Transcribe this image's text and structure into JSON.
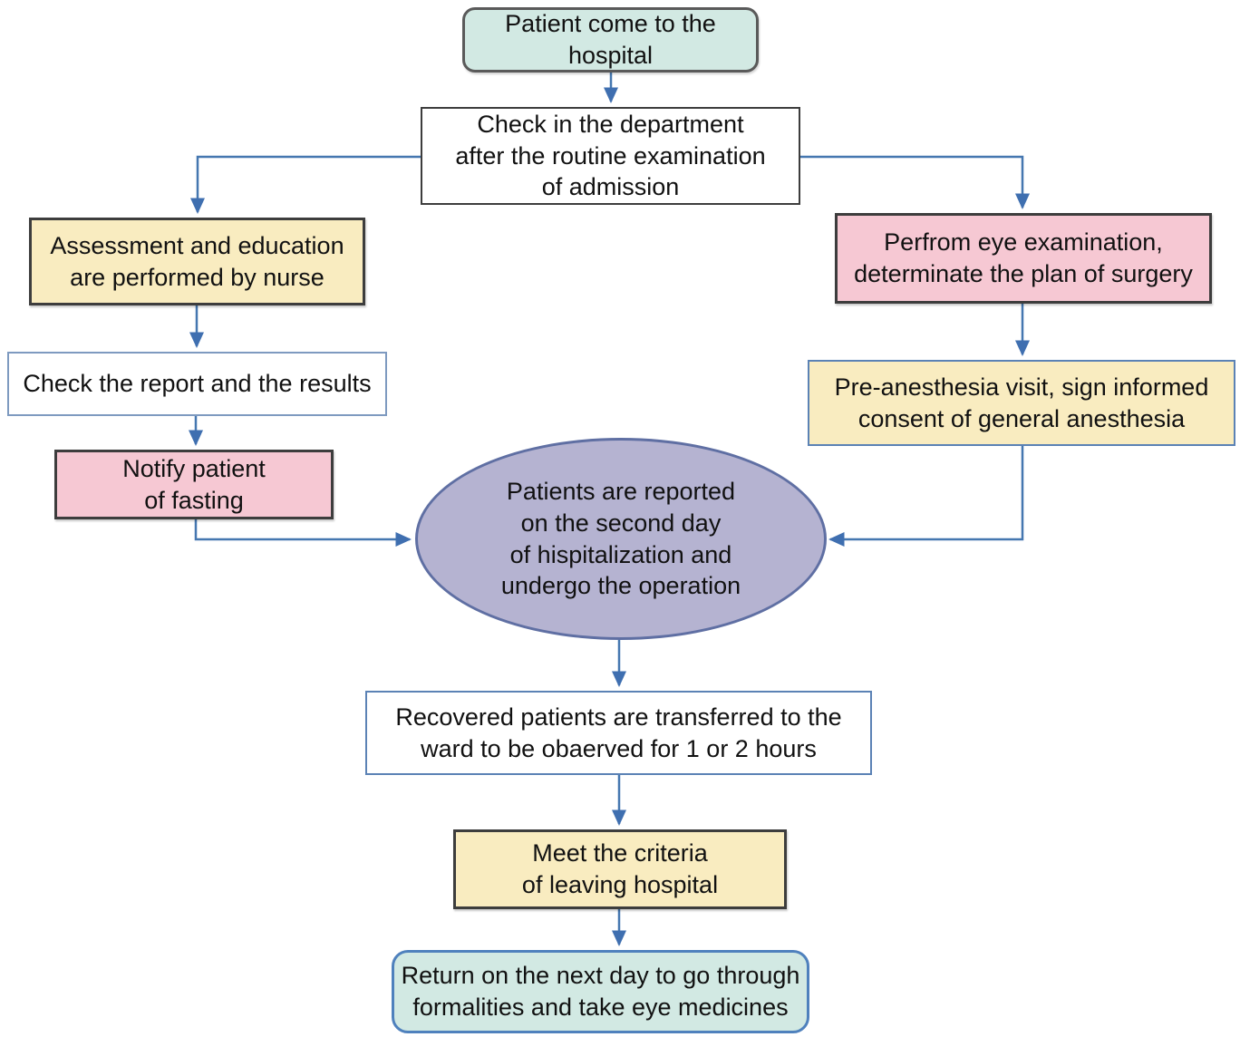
{
  "diagram": {
    "type": "flowchart",
    "arrow_color": "#4577b0",
    "nodes": {
      "start": {
        "label": "Patient come to the\nhospital",
        "shape": "rounded-rectangle",
        "fill": "#d2e9e3",
        "border": "#5a5a5a"
      },
      "check_in": {
        "label": "Check in the department\nafter the routine examination\nof admission",
        "shape": "rectangle",
        "fill": "#ffffff",
        "border": "#3d3d3d"
      },
      "assessment": {
        "label": "Assessment and education\nare performed by nurse",
        "shape": "rectangle",
        "fill": "#f9ecc0",
        "border": "#3d3d3d"
      },
      "check_report": {
        "label": "Check the report and the results",
        "shape": "rectangle",
        "fill": "#ffffff",
        "border": "#7e9ac0"
      },
      "notify_fasting": {
        "label": "Notify patient\nof fasting",
        "shape": "rectangle",
        "fill": "#f6c8d3",
        "border": "#3d3d3d"
      },
      "eye_exam": {
        "label": "Perfrom eye examination,\ndeterminate the plan of surgery",
        "shape": "rectangle",
        "fill": "#f6c8d3",
        "border": "#3d3d3d"
      },
      "pre_anesthesia": {
        "label": "Pre-anesthesia visit, sign informed\nconsent of general anesthesia",
        "shape": "rectangle",
        "fill": "#f9ecc0",
        "border": "#5b82b5"
      },
      "operation": {
        "label": "Patients are reported\non the second day\nof hispitalization and\nundergo the operation",
        "shape": "ellipse",
        "fill": "#b5b3d1",
        "border": "#5f6fa3"
      },
      "recovery": {
        "label": "Recovered patients are transferred to the\nward to be obaerved for 1 or 2 hours",
        "shape": "rectangle",
        "fill": "#ffffff",
        "border": "#5b82b5"
      },
      "discharge_criteria": {
        "label": "Meet the criteria\nof leaving hospital",
        "shape": "rectangle",
        "fill": "#f9ecc0",
        "border": "#3d3d3d"
      },
      "return_next_day": {
        "label": "Return on the next day to go through\nformalities and take eye medicines",
        "shape": "rounded-rectangle",
        "fill": "#d2e9e3",
        "border": "#4f81bd"
      }
    },
    "edges": [
      "start -> check_in",
      "check_in -> assessment",
      "check_in -> eye_exam",
      "assessment -> check_report",
      "check_report -> notify_fasting",
      "notify_fasting -> operation",
      "eye_exam -> pre_anesthesia",
      "pre_anesthesia -> operation",
      "operation -> recovery",
      "recovery -> discharge_criteria",
      "discharge_criteria -> return_next_day"
    ]
  }
}
